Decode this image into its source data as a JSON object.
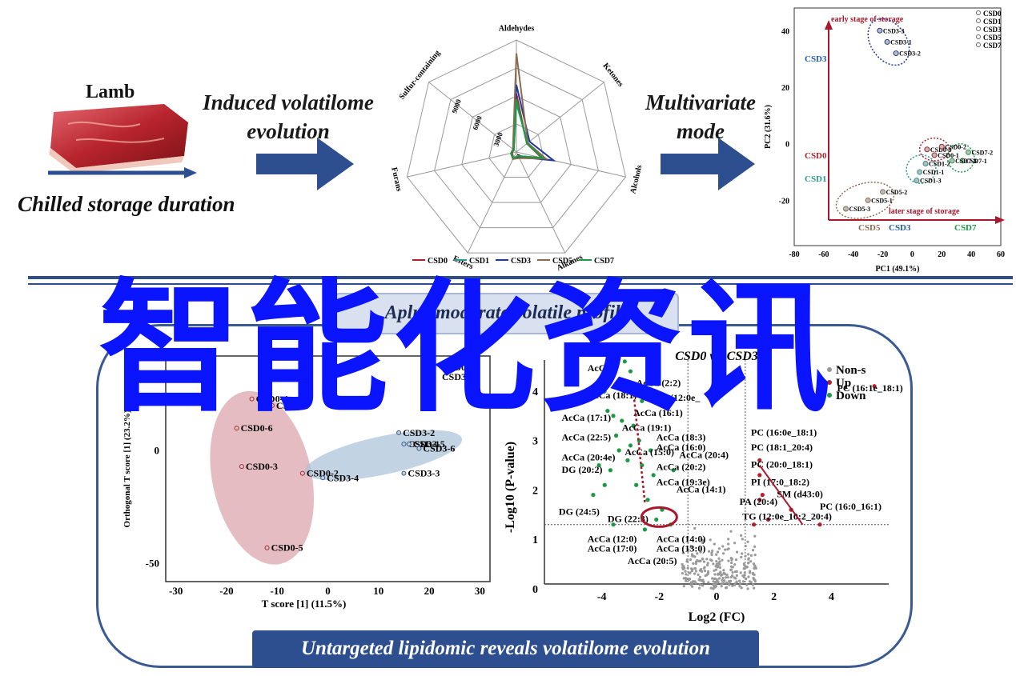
{
  "left": {
    "lamb_label": "Lamb",
    "duration_label": "Chilled storage duration"
  },
  "flow": {
    "step1": [
      "Induced volatilome",
      "evolution"
    ],
    "step2": [
      "Multivariate",
      "mode"
    ]
  },
  "radar": {
    "axes": [
      "Aldehydes",
      "Ketones",
      "Alcohols",
      "Alkanes",
      "Esters",
      "Furans",
      "Sulfur-containing"
    ],
    "ticks": [
      "0",
      "3000",
      "6000",
      "9000"
    ],
    "max": 10000,
    "series": [
      {
        "name": "CSD0",
        "color": "#b0202a",
        "values": [
          5200,
          1200,
          2300,
          400,
          600,
          400,
          300
        ]
      },
      {
        "name": "CSD1",
        "color": "#2a9a8f",
        "values": [
          4300,
          1300,
          2600,
          400,
          600,
          500,
          300
        ]
      },
      {
        "name": "CSD3",
        "color": "#1f3a99",
        "values": [
          6000,
          1500,
          3400,
          500,
          700,
          500,
          300
        ]
      },
      {
        "name": "CSD5",
        "color": "#8c6b4f",
        "values": [
          8800,
          1300,
          2700,
          600,
          700,
          500,
          400
        ]
      },
      {
        "name": "CSD7",
        "color": "#1b9a44",
        "values": [
          4700,
          1200,
          2400,
          400,
          600,
          500,
          300
        ]
      }
    ]
  },
  "pca": {
    "xlabel": "PC1 (49.1%)",
    "ylabel": "PC2 (31.6%)",
    "xticks": [
      "-80",
      "-60",
      "-40",
      "-20",
      "0",
      "20",
      "40",
      "60"
    ],
    "yticks": [
      "40",
      "20",
      "0",
      "-20"
    ],
    "xlim": [
      -80,
      60
    ],
    "ylim": [
      -36,
      48
    ],
    "arrow_up_label": "early stage of storage",
    "arrow_right_label": "later stage of storage",
    "legend": [
      "CSD0",
      "CSD1",
      "CSD3",
      "CSD5",
      "CSD7"
    ],
    "group_labels": [
      {
        "text": "CSD3",
        "color": "#1f5ab0"
      },
      {
        "text": "CSD0",
        "color": "#b0202a"
      },
      {
        "text": "CSD1",
        "color": "#2a9a8f"
      },
      {
        "text": "CSD5",
        "color": "#8c6b4f"
      },
      {
        "text": "CSD3",
        "color": "#1f5ab0"
      },
      {
        "text": "CSD7",
        "color": "#1b9a44"
      }
    ],
    "points": [
      {
        "label": "CSD3-3",
        "x": -22,
        "y": 40,
        "color": "#1f3a99"
      },
      {
        "label": "CSD3-1",
        "x": -17,
        "y": 36,
        "color": "#1f3a99"
      },
      {
        "label": "CSD3-2",
        "x": -11,
        "y": 32,
        "color": "#1f3a99"
      },
      {
        "label": "CSD0-3",
        "x": 10,
        "y": -2,
        "color": "#b0202a"
      },
      {
        "label": "CSD0-2",
        "x": 20,
        "y": -1,
        "color": "#b0202a"
      },
      {
        "label": "CSD0-1",
        "x": 15,
        "y": -4,
        "color": "#b0202a"
      },
      {
        "label": "CSD1-2",
        "x": 9,
        "y": -7,
        "color": "#2a9a8f"
      },
      {
        "label": "CSD1-1",
        "x": 5,
        "y": -10,
        "color": "#2a9a8f"
      },
      {
        "label": "CSD1-3",
        "x": 3,
        "y": -13,
        "color": "#2a9a8f"
      },
      {
        "label": "CSD7-2",
        "x": 38,
        "y": -3,
        "color": "#1b9a44"
      },
      {
        "label": "CSD7-1",
        "x": 34,
        "y": -6,
        "color": "#1b9a44"
      },
      {
        "label": "CSD7-3",
        "x": 27,
        "y": -6,
        "color": "#1b9a44"
      },
      {
        "label": "CSD5-2",
        "x": -20,
        "y": -17,
        "color": "#8c6b4f"
      },
      {
        "label": "CSD5-1",
        "x": -30,
        "y": -20,
        "color": "#8c6b4f"
      },
      {
        "label": "CSD5-3",
        "x": -45,
        "y": -23,
        "color": "#8c6b4f"
      }
    ]
  },
  "watermark": "智能化资讯",
  "bottom_banner_top": "Aplus moderate volatile profile",
  "opls": {
    "xlabel": "T score [1] (11.5%)",
    "ylabel": "Orthogonal T score [1] (23.2%)",
    "xticks": [
      "-30",
      "-20",
      "-10",
      "0",
      "10",
      "20",
      "30"
    ],
    "yticks": [
      "0",
      "-50"
    ],
    "legend": [
      "CSD0",
      "CSD3"
    ],
    "points": [
      {
        "label": "CSD0-4",
        "x": -15,
        "y": 23
      },
      {
        "label": "CSD0-1",
        "x": -11,
        "y": 20
      },
      {
        "label": "CSD0-6",
        "x": -18,
        "y": 10
      },
      {
        "label": "CSD0-3",
        "x": -17,
        "y": -7
      },
      {
        "label": "CSD0-2",
        "x": -5,
        "y": -10
      },
      {
        "label": "CSD0-5",
        "x": -12,
        "y": -43
      },
      {
        "label": "CSD3-2",
        "x": 14,
        "y": 8
      },
      {
        "label": "CSD3-1",
        "x": 15,
        "y": 3
      },
      {
        "label": "CSD3-5",
        "x": 16,
        "y": 3
      },
      {
        "label": "CSD3-6",
        "x": 18,
        "y": 1
      },
      {
        "label": "CSD3-4",
        "x": -1,
        "y": -12
      },
      {
        "label": "CSD3-3",
        "x": 15,
        "y": -10
      }
    ]
  },
  "volcano": {
    "title": "CSD0 vs. CSD3",
    "xlabel": "Log2 (FC)",
    "ylabel": "-Log10 (P-value)",
    "xticks": [
      "-4",
      "-2",
      "0",
      "2",
      "4"
    ],
    "yticks": [
      "0",
      "1",
      "2",
      "3",
      "4"
    ],
    "legend": [
      "Non-s",
      "Up",
      "Down"
    ],
    "down_labels": [
      "AcCa",
      "AcCa (2:2)",
      "AcCa (18:1)",
      "AcCa (12:0e_",
      "AcCa (16:1)",
      "AcCa (17:1)",
      "AcCa (19:1)",
      "AcCa (22:5)",
      "AcCa (18:3)",
      "AcCa (16:0)",
      "AcCa (15:0)",
      "AcCa (20:4e)",
      "AcCa (20:4)",
      "DG (20:2)",
      "AcCa (20:2)",
      "AcCa (19:3e)",
      "AcCa (14:1)",
      "DG (24:5)",
      "DG (22:3)",
      "AcCa (12:0)",
      "AcCa (14:0)",
      "AcCa (17:0)",
      "AcCa (13:0)",
      "AcCa (20:5)"
    ],
    "up_labels": [
      "PC (16:1e_18:1)",
      "PC (16:0e_18:1)",
      "PC (18:1_20:4)",
      "PC (20:0_18:1)",
      "PI (17:0_18:2)",
      "SM (d43:0)",
      "PA (20:4)",
      "PC (16:0_16:1)",
      "TG (12:0e_10:2_20:4)"
    ],
    "down_points": [
      [
        -3.2,
        4.6
      ],
      [
        -3.0,
        4.4
      ],
      [
        -3.9,
        4.0
      ],
      [
        -2.6,
        3.8
      ],
      [
        -3.8,
        3.6
      ],
      [
        -3.6,
        3.5
      ],
      [
        -3.3,
        3.4
      ],
      [
        -2.9,
        3.3
      ],
      [
        -3.5,
        3.1
      ],
      [
        -2.7,
        3.0
      ],
      [
        -3.0,
        2.9
      ],
      [
        -3.4,
        2.8
      ],
      [
        -2.3,
        2.8
      ],
      [
        -3.1,
        2.6
      ],
      [
        -2.6,
        2.5
      ],
      [
        -4.1,
        2.5
      ],
      [
        -3.7,
        2.4
      ],
      [
        -1.5,
        2.4
      ],
      [
        -2.2,
        2.3
      ],
      [
        -3.9,
        2.1
      ],
      [
        -2.8,
        2.1
      ],
      [
        -4.3,
        1.9
      ],
      [
        -2.4,
        1.8
      ],
      [
        -1.9,
        1.6
      ],
      [
        -2.1,
        1.4
      ],
      [
        -3.6,
        1.3
      ],
      [
        -1.6,
        1.3
      ],
      [
        -2.5,
        1.2
      ]
    ],
    "up_points": [
      [
        5.5,
        4.1
      ],
      [
        1.5,
        2.6
      ],
      [
        1.5,
        2.3
      ],
      [
        1.6,
        1.9
      ],
      [
        1.5,
        1.8
      ],
      [
        2.6,
        1.6
      ],
      [
        1.8,
        1.4
      ],
      [
        3.6,
        1.3
      ],
      [
        1.3,
        1.3
      ]
    ]
  }
}
